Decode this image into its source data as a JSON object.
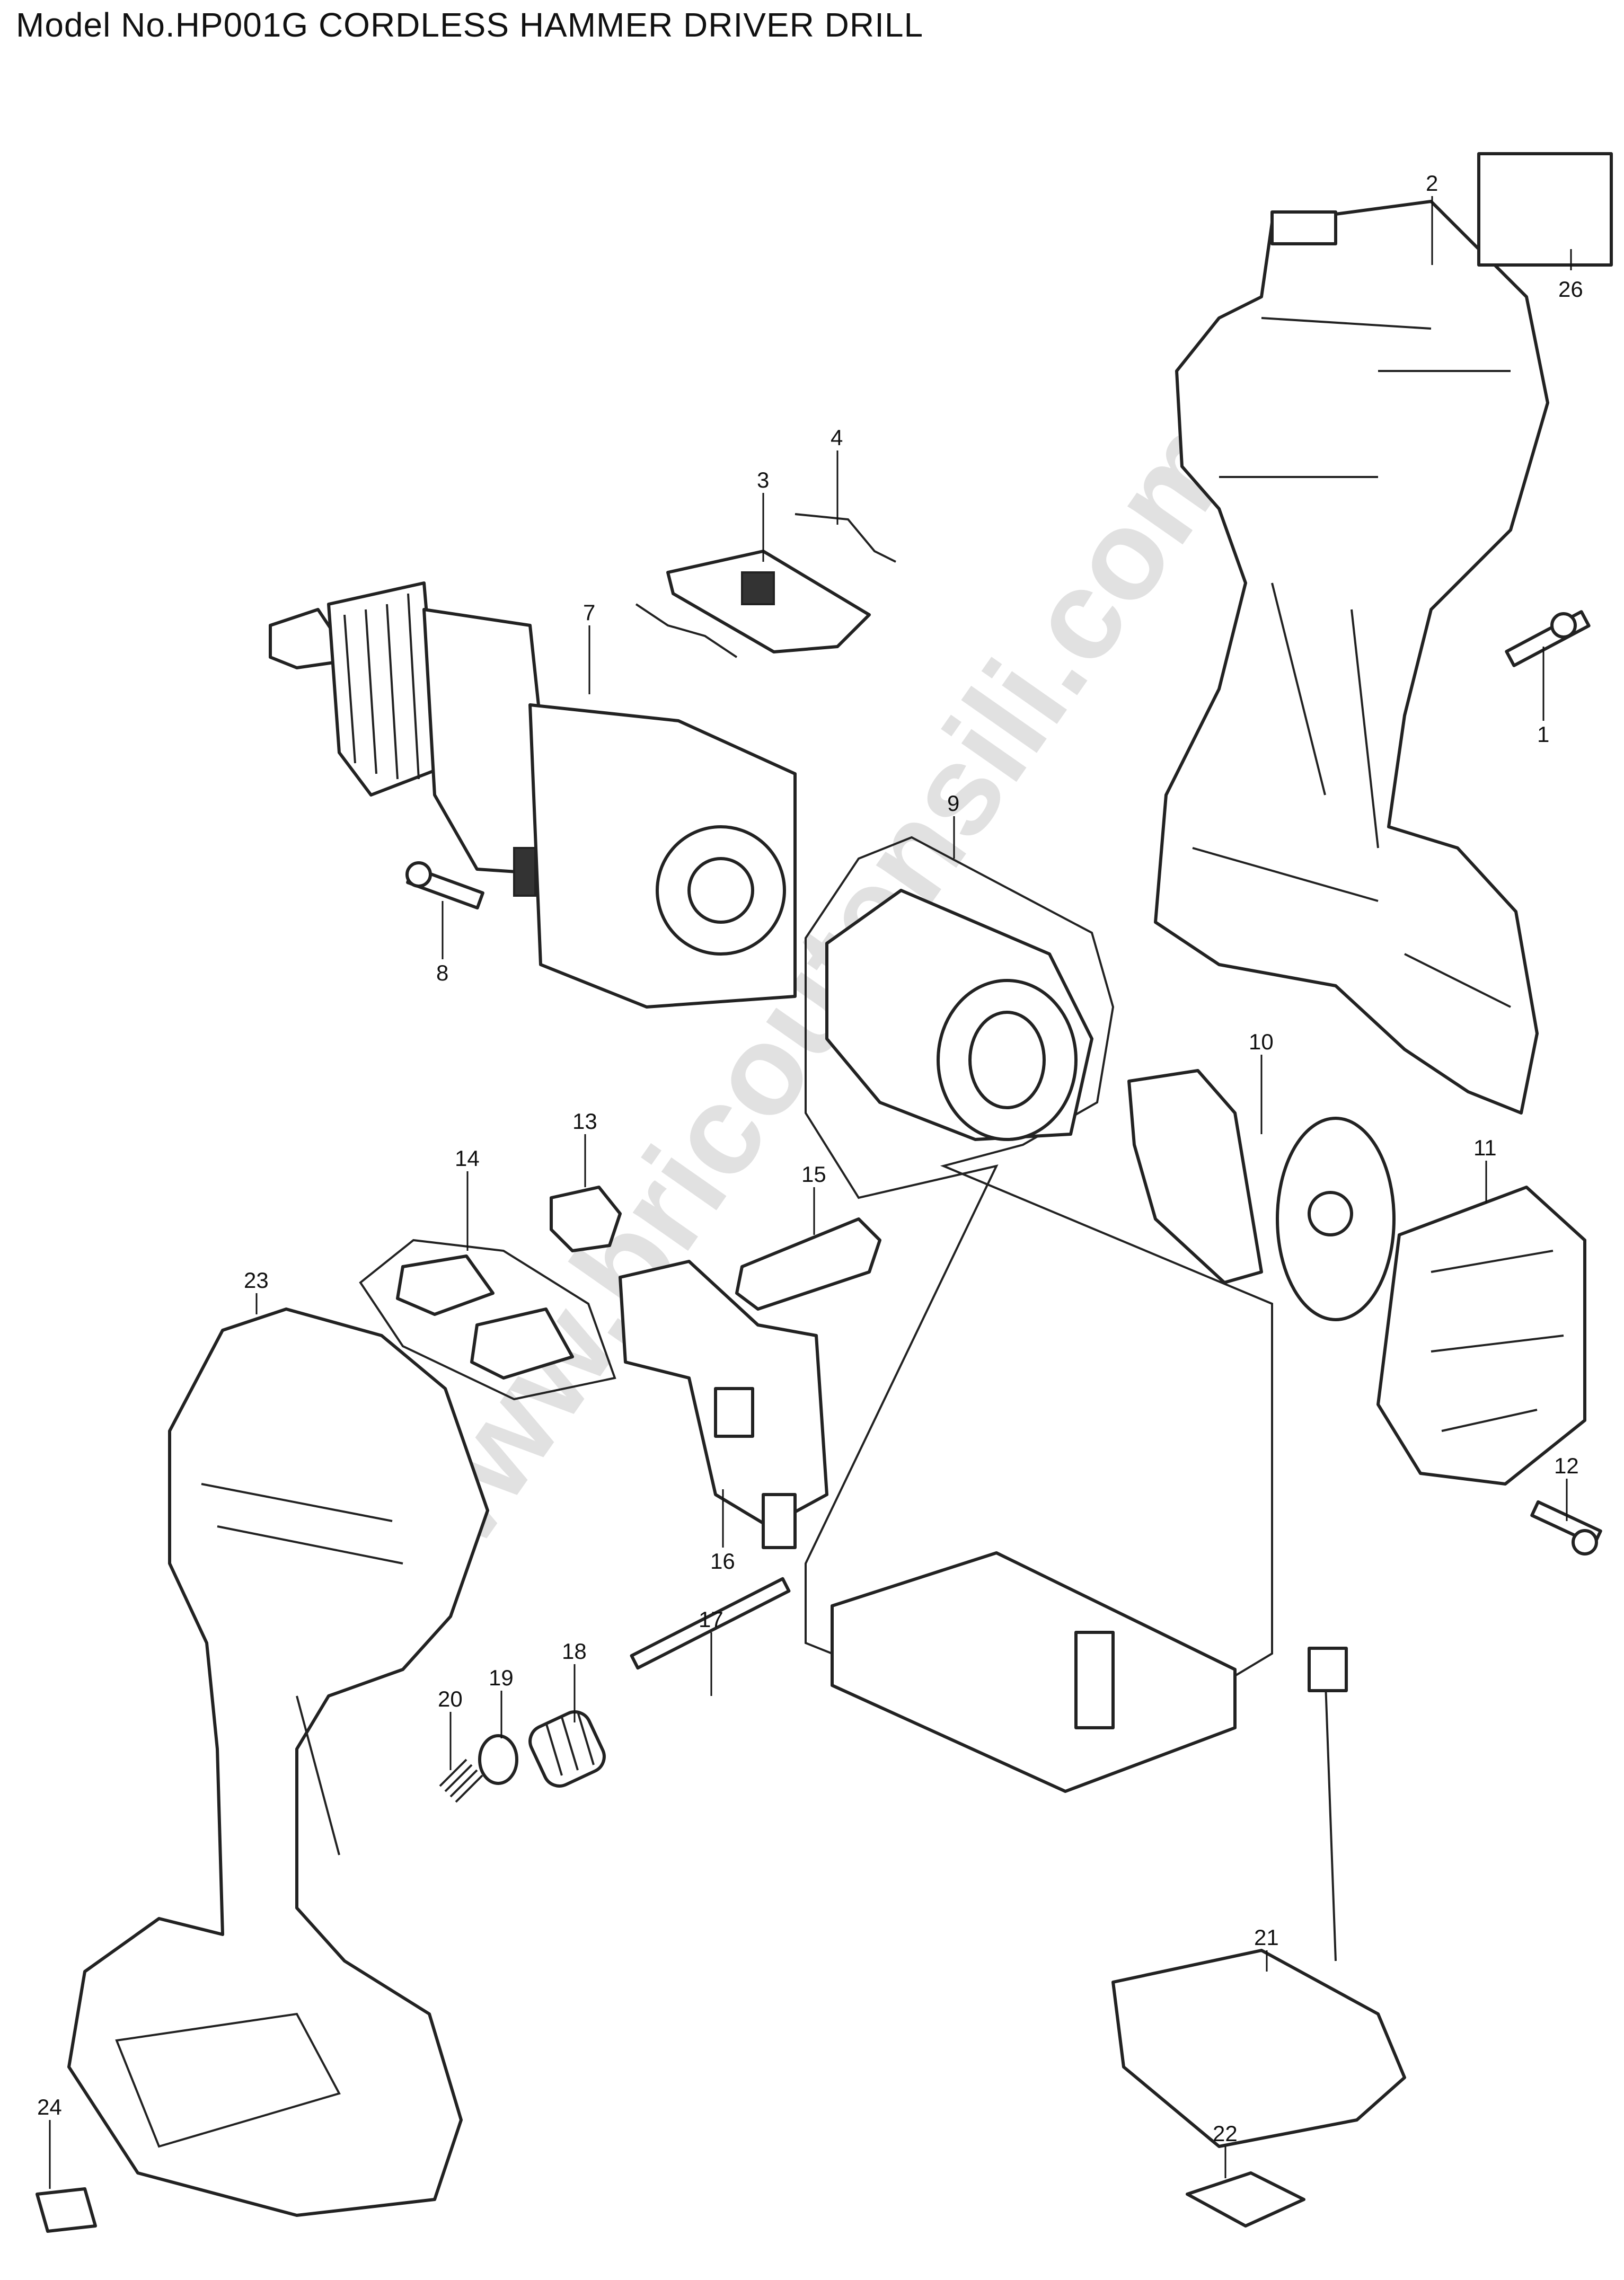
{
  "title": "Model No.HP001G CORDLESS HAMMER DRIVER DRILL",
  "watermark": "www.bricoutensili.com",
  "callouts": [
    "1",
    "2",
    "3",
    "4",
    "7",
    "8",
    "9",
    "10",
    "11",
    "12",
    "13",
    "14",
    "15",
    "16",
    "17",
    "18",
    "19",
    "20",
    "21",
    "22",
    "23",
    "24",
    "26"
  ]
}
